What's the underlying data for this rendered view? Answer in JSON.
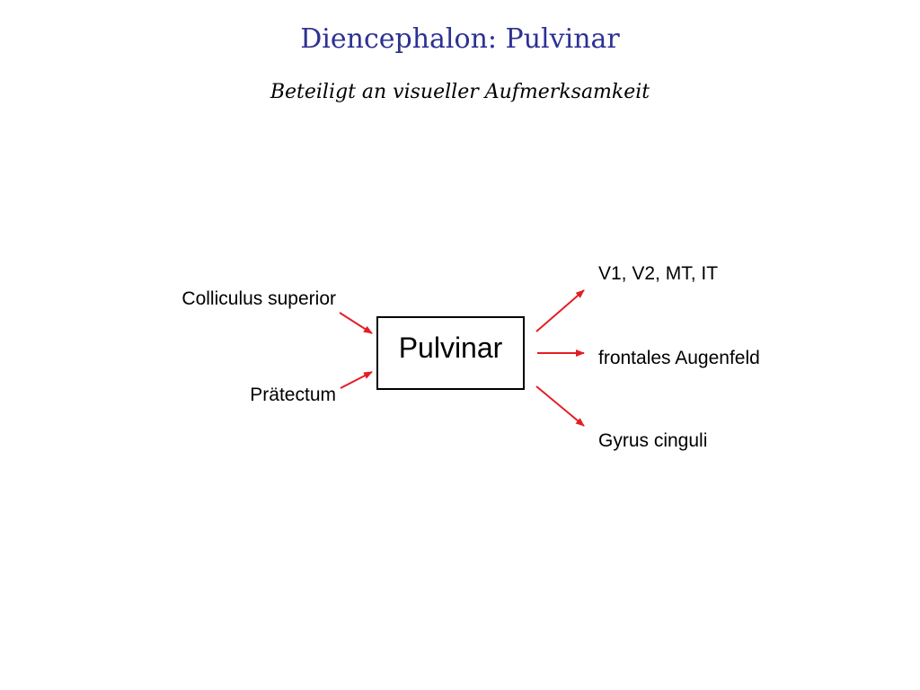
{
  "title": "Diencephalon: Pulvinar",
  "subtitle": "Beteiligt an visueller Aufmerksamkeit",
  "diagram": {
    "center": "Pulvinar",
    "inputs": [
      "Colliculus superior",
      "Prätectum"
    ],
    "outputs": [
      "V1, V2, MT, IT",
      "frontales Augenfeld",
      "Gyrus cinguli"
    ],
    "arrow_color": "#e31e24"
  }
}
